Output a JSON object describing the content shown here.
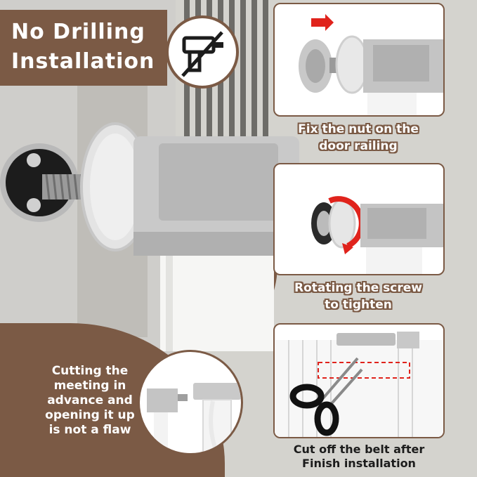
{
  "title": {
    "line1": "No Drilling",
    "line2": "Installation"
  },
  "icons": {
    "no_drill": "no-drill-icon",
    "arrow": "right-arrow-icon",
    "rotate": "rotate-arrow-icon",
    "scissors": "scissors-icon"
  },
  "steps": [
    {
      "caption_line1": "Fix the nut on the",
      "caption_line2": "door railing"
    },
    {
      "caption_line1": "Rotating the screw",
      "caption_line2": "to tighten"
    },
    {
      "caption_line1": "Cut off the belt after",
      "caption_line2": "Finish installation"
    }
  ],
  "note": {
    "line1": "Cutting the",
    "line2": "meeting in",
    "line3": "advance and",
    "line4": "opening it up",
    "line5": "is not a flaw"
  },
  "colors": {
    "brand_brown": "#7b5a45",
    "accent_red": "#e0231c",
    "metal": "#bdbdbd",
    "panel_bg": "#ffffff"
  }
}
